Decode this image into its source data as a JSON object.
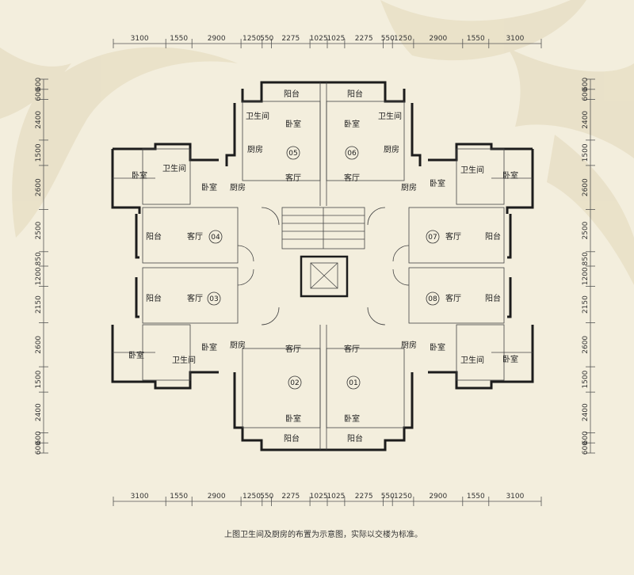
{
  "colors": {
    "background": "#f3eedd",
    "ornament": "#e6dcc2",
    "wall": "#1c1c1c",
    "line": "#444444"
  },
  "dims": {
    "top": [
      "3100",
      "1550",
      "2900",
      "1250",
      "550",
      "2275",
      "1025",
      "1025",
      "2275",
      "550",
      "1250",
      "2900",
      "1550",
      "3100"
    ],
    "bottom": [
      "3100",
      "1550",
      "2900",
      "1250",
      "550",
      "2275",
      "1025",
      "1025",
      "2275",
      "550",
      "1250",
      "2900",
      "1550",
      "3100"
    ],
    "left": [
      "600",
      "600",
      "2400",
      "1500",
      "2600",
      "2500",
      "850",
      "1200",
      "2150",
      "2600",
      "1500",
      "2400",
      "600",
      "600"
    ],
    "right": [
      "600",
      "600",
      "2400",
      "1500",
      "2600",
      "2500",
      "850",
      "1200",
      "2150",
      "2600",
      "1500",
      "2400",
      "600",
      "600"
    ]
  },
  "rooms": {
    "balcony": "阳台",
    "bedroom": "卧室",
    "bathroom": "卫生间",
    "kitchen": "厨房",
    "living": "客厅"
  },
  "units": [
    "01",
    "02",
    "03",
    "04",
    "05",
    "06",
    "07",
    "08"
  ],
  "note": "上图卫生间及厨房的布置为示意图，实际以交楼为标准。"
}
